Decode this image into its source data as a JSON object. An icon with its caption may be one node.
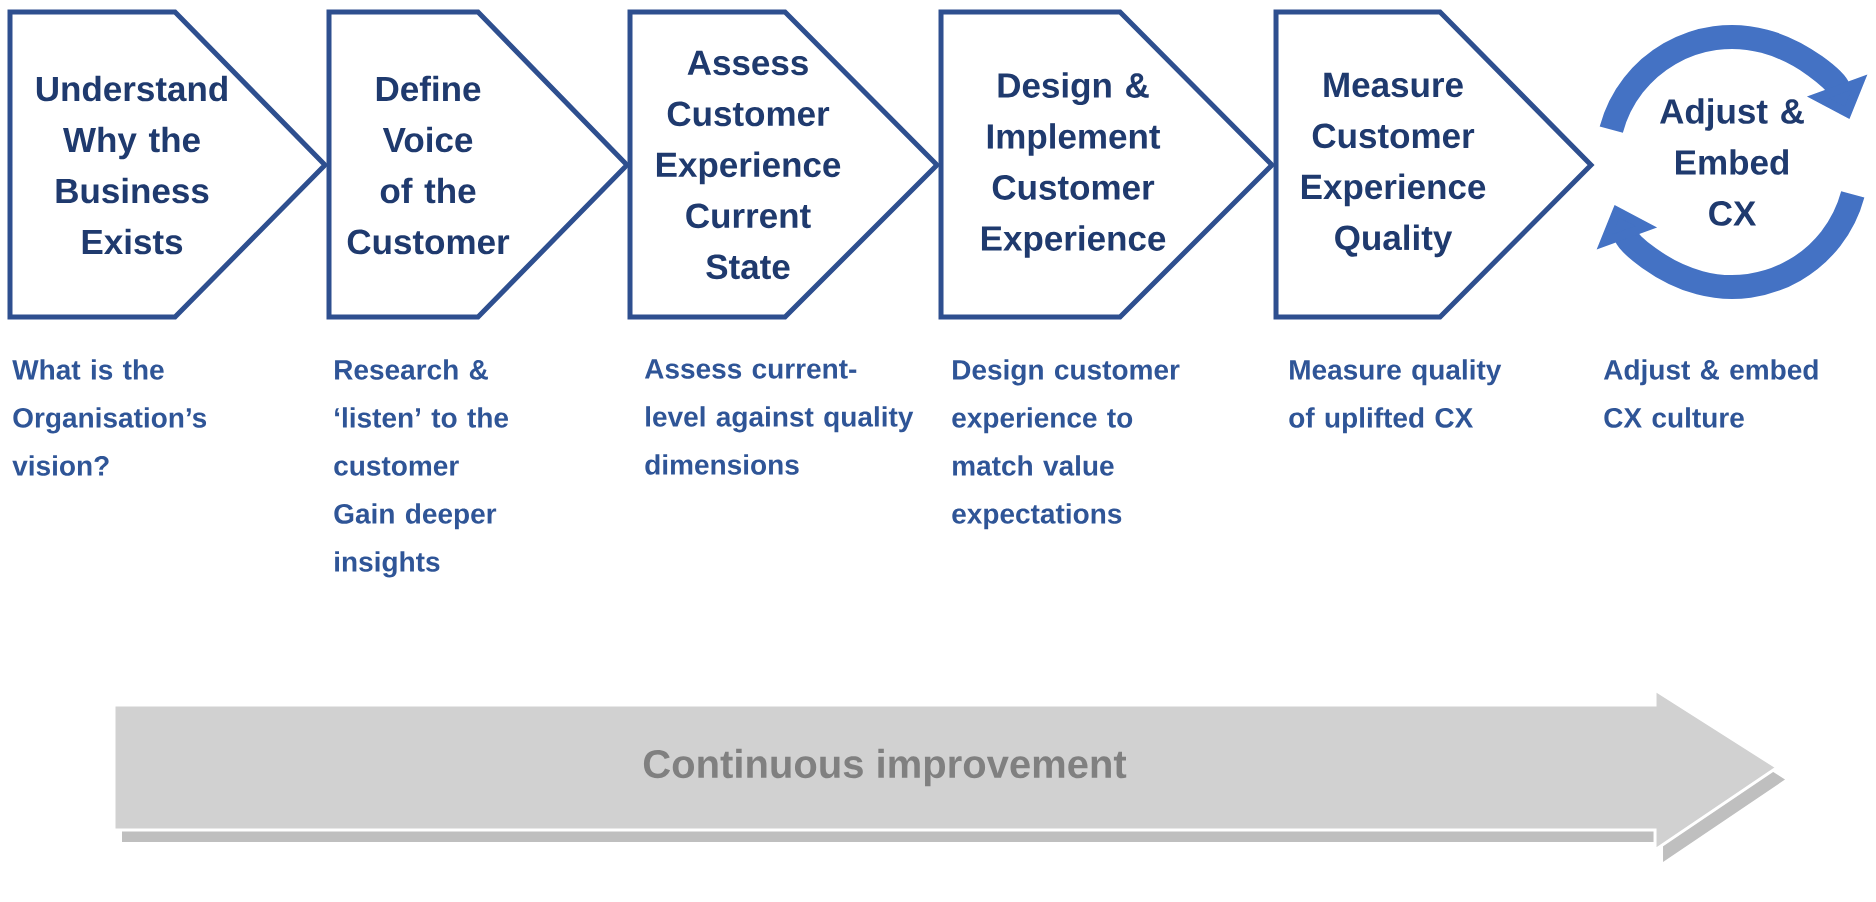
{
  "diagram": {
    "nodes": [
      {
        "text": [
          "Understand Why the Business Exists"
        ],
        "beside": [
          "What is the Organisation’s vision?"
        ]
      },
      {
        "text": [
          "Define Voice of the Customer"
        ],
        "beside": [
          "Research & ‘listen’ to the customer",
          "Gain deeper insights"
        ]
      },
      {
        "text": [
          "Assess Customer Experience Current State"
        ],
        "beside": [
          "Assess current-level against quality dimensions"
        ]
      },
      {
        "text": [
          "Design & Implement Customer Experience"
        ],
        "beside": [
          "Design customer experience to match value expectations"
        ]
      },
      {
        "text": [
          "Measure Customer Experience Quality"
        ],
        "beside": [
          "Measure quality of uplifted CX"
        ]
      },
      {
        "text": [
          "Adjust & Embed CX"
        ],
        "beside": [
          "Adjust & embed CX culture"
        ]
      },
      {
        "text": [
          "Continuous improvement"
        ]
      }
    ]
  }
}
